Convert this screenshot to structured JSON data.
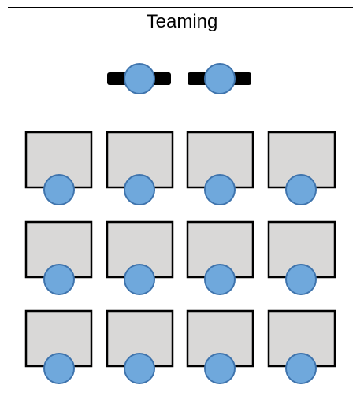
{
  "title": "Teaming",
  "colors": {
    "desk_fill": "#d9d8d7",
    "desk_stroke": "#000000",
    "person_fill": "#6fa8dc",
    "person_stroke": "#3f74ad",
    "table_bar": "#000000",
    "rule": "#000000"
  },
  "layout_summary": {
    "front_stations": 2,
    "desk_rows": 3,
    "desks_per_row": 4
  }
}
